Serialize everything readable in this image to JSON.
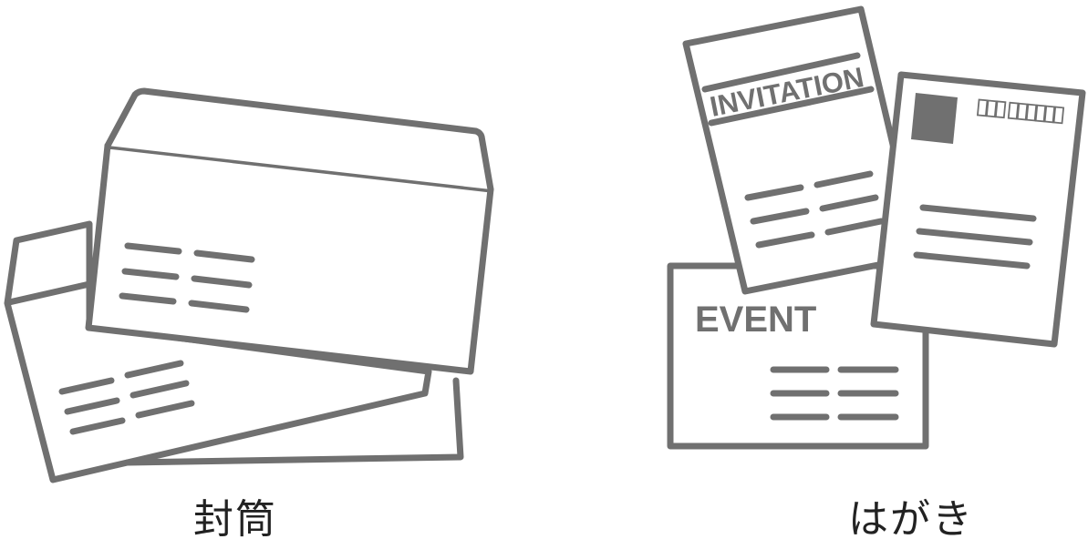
{
  "illustrations": {
    "postcards": {
      "invitation_text": "INVITATION",
      "event_text": "EVENT"
    }
  },
  "captions": {
    "envelope": "封筒",
    "postcard": "はがき"
  },
  "colors": {
    "line": "#707070",
    "stamp": "#707070",
    "caption": "#222222",
    "background": "#ffffff"
  }
}
